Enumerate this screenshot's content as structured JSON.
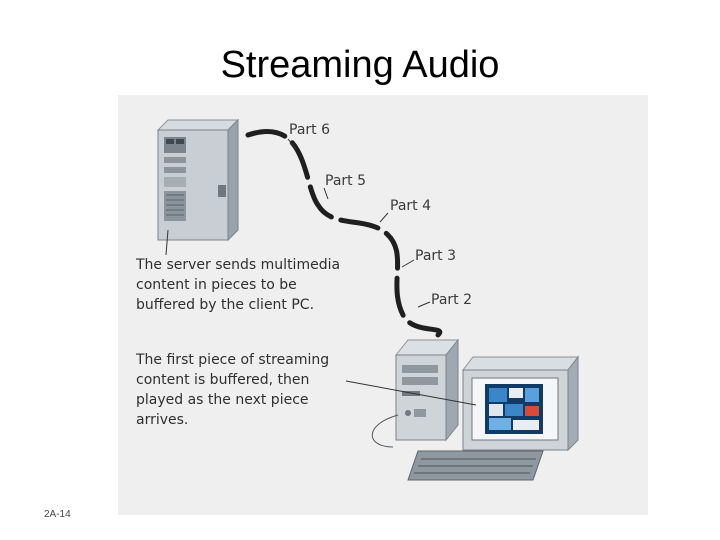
{
  "slide": {
    "title": "Streaming Audio",
    "number": "2A-14"
  },
  "diagram": {
    "parts": [
      "Part 6",
      "Part 5",
      "Part 4",
      "Part 3",
      "Part 2"
    ],
    "caption_server": [
      "The server sends multimedia",
      "content in pieces to be",
      "buffered by the client PC."
    ],
    "caption_client": [
      "The first piece of streaming",
      "content is buffered, then",
      "played as the next piece",
      "arrives."
    ]
  }
}
